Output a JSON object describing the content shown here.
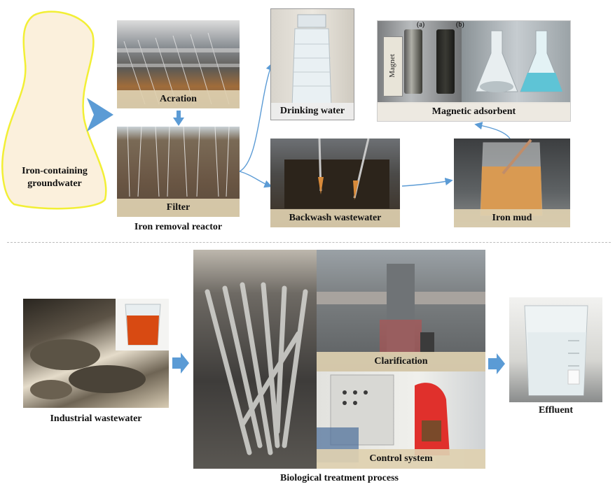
{
  "top": {
    "source": "Iron-containing\ngroundwater",
    "aeration": "Acration",
    "filter": "Filter",
    "reactor": "Iron removal reactor",
    "drinking": "Drinking water",
    "backwash": "Backwash wastewater",
    "iron_mud": "Iron mud",
    "adsorbent": "Magnetic adsorbent",
    "magnet": "Magnet",
    "panel_a": "(a)",
    "panel_b": "(b)"
  },
  "bottom": {
    "industrial": "Industrial wastewater",
    "clarification": "Clarification",
    "control": "Control system",
    "effluent": "Effluent",
    "process": "Biological treatment process"
  },
  "colors": {
    "arrow": "#5b9bd5",
    "blob_fill": "#fbf0dc",
    "blob_stroke": "#f2ef35",
    "caption": "#ded0b0"
  }
}
